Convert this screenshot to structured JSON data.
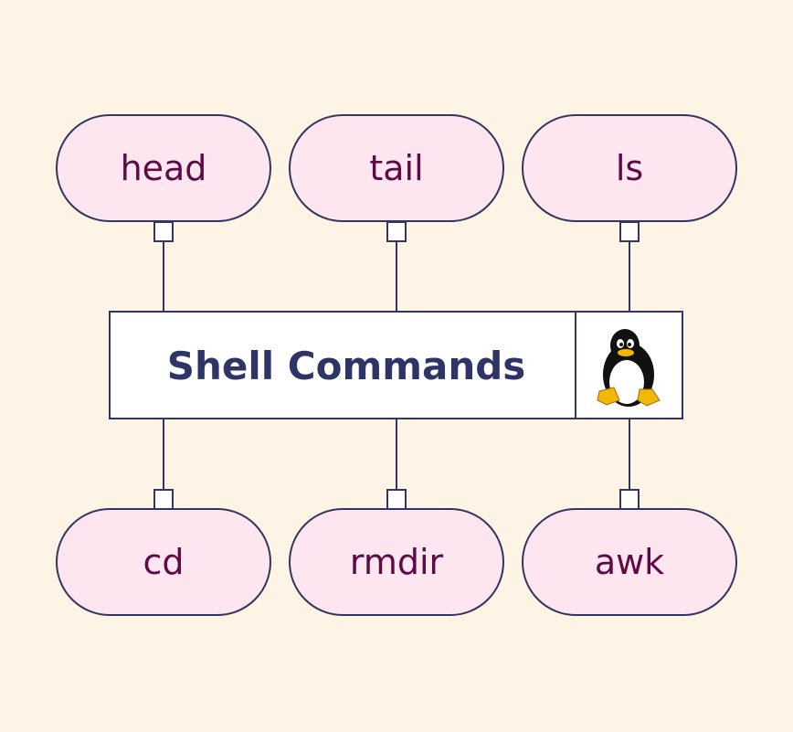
{
  "title": "Shell Commands",
  "logo_icon": "linux-penguin-icon",
  "top_commands": [
    "head",
    "tail",
    "ls"
  ],
  "bottom_commands": [
    "cd",
    "rmdir",
    "awk"
  ],
  "colors": {
    "background": "#fef4e5",
    "pill_fill": "#fde6f0",
    "pill_text": "#5e0a45",
    "stroke": "#33365e",
    "title": "#2e3566"
  }
}
